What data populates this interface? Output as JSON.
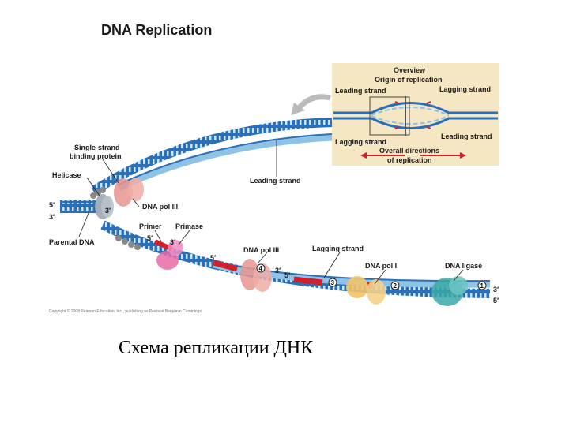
{
  "title": "DNA Replication",
  "caption": "Схема репликации ДНК",
  "copyright": "Copyright © 2008 Pearson Education, Inc., publishing as Pearson Benjamin Cummings.",
  "overview": {
    "title": "Overview",
    "origin": "Origin of replication",
    "leading_strand_top": "Leading strand",
    "lagging_strand_top": "Lagging strand",
    "lagging_strand_bottom": "Lagging strand",
    "leading_strand_bottom": "Leading strand",
    "overall_directions": "Overall directions",
    "of_replication": "of replication"
  },
  "labels": {
    "single_strand_1": "Single-strand",
    "single_strand_2": "binding protein",
    "helicase": "Helicase",
    "leading_strand": "Leading strand",
    "dna_pol_iii_top": "DNA pol III",
    "parental_dna": "Parental DNA",
    "primer": "Primer",
    "primase": "Primase",
    "dna_pol_iii_bottom": "DNA pol III",
    "lagging_strand": "Lagging strand",
    "dna_pol_i": "DNA pol I",
    "dna_ligase": "DNA ligase",
    "five_prime_left": "5′",
    "three_prime_left": "3′",
    "three_prime_pol": "3′",
    "three_prime_primase": "3′",
    "five_prime_primer": "5′",
    "five_prime_okazaki": "5′",
    "three_prime_okazaki": "3′",
    "five_prime_mid": "5′",
    "three_prime_right": "3′",
    "five_prime_right": "5′"
  },
  "steps": [
    "4",
    "3",
    "2",
    "1"
  ],
  "colors": {
    "strand_blue": "#2a6fb8",
    "strand_light": "#8fc3e6",
    "primer_red": "#d21f2b",
    "pol_pink": "#e8958f",
    "primase_pink": "#e86aa8",
    "pol_i_orange": "#f2c36a",
    "ligase_teal": "#3aa9a6",
    "overview_bg": "#f6e7c4"
  }
}
